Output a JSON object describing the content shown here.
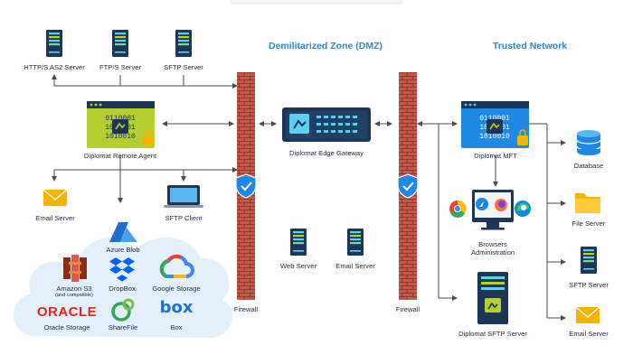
{
  "zones": {
    "dmz": "Demilitarized Zone (DMZ)",
    "trusted": "Trusted Network"
  },
  "left": {
    "servers": [
      "HTTP/S AS2 Server",
      "FTP/S Server",
      "SFTP Server"
    ],
    "remote_agent": "Diplomat Remote Agent",
    "email_server": "Email Server",
    "sftp_client": "SFTP Client"
  },
  "cloud": {
    "azure": "Azure Blob",
    "s3": "Amazon S3",
    "s3_sub": "(and compatible)",
    "dropbox": "DropBox",
    "google": "Google Storage",
    "oracle": "Oracle Storage",
    "oracle_logo": "ORACLE",
    "sharefile": "ShareFile",
    "box": "Box",
    "box_logo": "box"
  },
  "firewall_label": "Firewall",
  "dmz_items": {
    "gateway": "Diplomat Edge Gateway",
    "web_server": "Web Server",
    "email_server": "Email Server"
  },
  "trusted_items": {
    "mft": "Diplomat MFT",
    "browsers_line1": "Browsers",
    "browsers_line2": "Administration",
    "sftp_server": "Diplomat SFTP Server",
    "database": "Database",
    "file_server": "File Server",
    "sftp_server_right": "SFTP Server",
    "email_server_right": "Email Server"
  },
  "binary_text": {
    "line1": "01100001",
    "line2": "10010010",
    "line3": "10100010"
  },
  "colors": {
    "accent_blue": "#2f86cc",
    "server_navy": "#1d3557",
    "mft_blue": "#1e88e5",
    "agent_green": "#b5cf2e",
    "brick": "#b84a3e",
    "shield": "#1e88e5",
    "cloud": "#e3f0fb"
  }
}
